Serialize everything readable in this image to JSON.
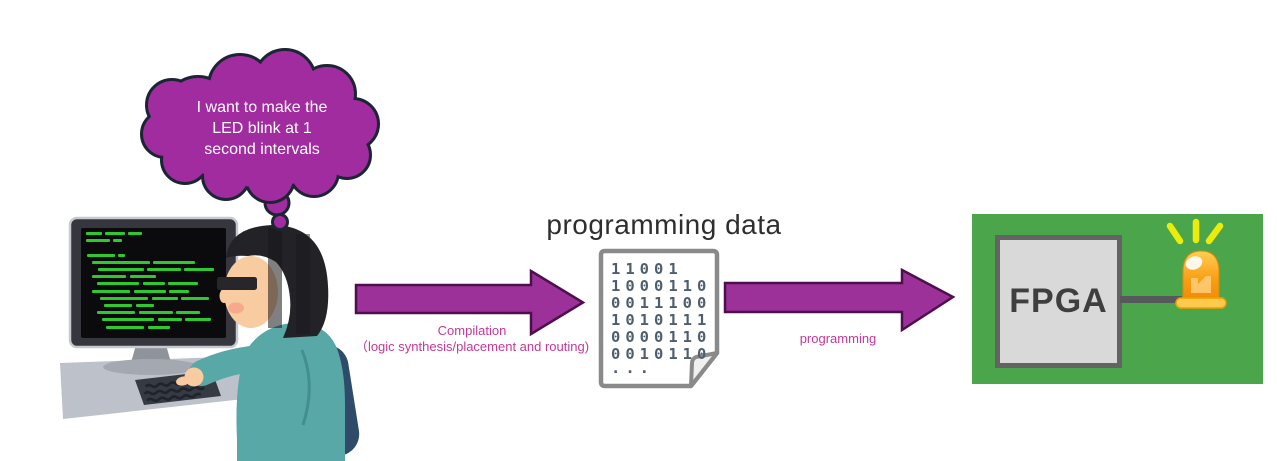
{
  "diagram": {
    "thought_bubble": {
      "lines": [
        "I want to make the",
        "LED blink at 1",
        "second intervals"
      ]
    },
    "compilation_arrow": {
      "label_line1": "Compilation",
      "label_line2": "（logic synthesis/placement and routing)"
    },
    "programming_arrow": {
      "label": "programming"
    },
    "programming_data": {
      "title": "programming data",
      "binary_lines": [
        "11001",
        "1000110",
        "0011100",
        "1010111",
        "0000110",
        "0010110",
        "..."
      ]
    },
    "fpga_board": {
      "chip_label": "FPGA"
    },
    "colors": {
      "bubble_purple": "#A02CA0",
      "bubble_outline": "#1C2533",
      "arrow_purple": "#9C3199",
      "arrow_outline": "#4E0F4E",
      "label_magenta": "#C13A97",
      "board_green": "#4BA64B",
      "chip_gray": "#D9D9D9",
      "chip_border": "#636363",
      "led_orange": "#F9A21A",
      "ray_yellow": "#ECEC0A",
      "screen_code_green": "#2FC92F",
      "binary_text": "#4E5E6C"
    }
  }
}
